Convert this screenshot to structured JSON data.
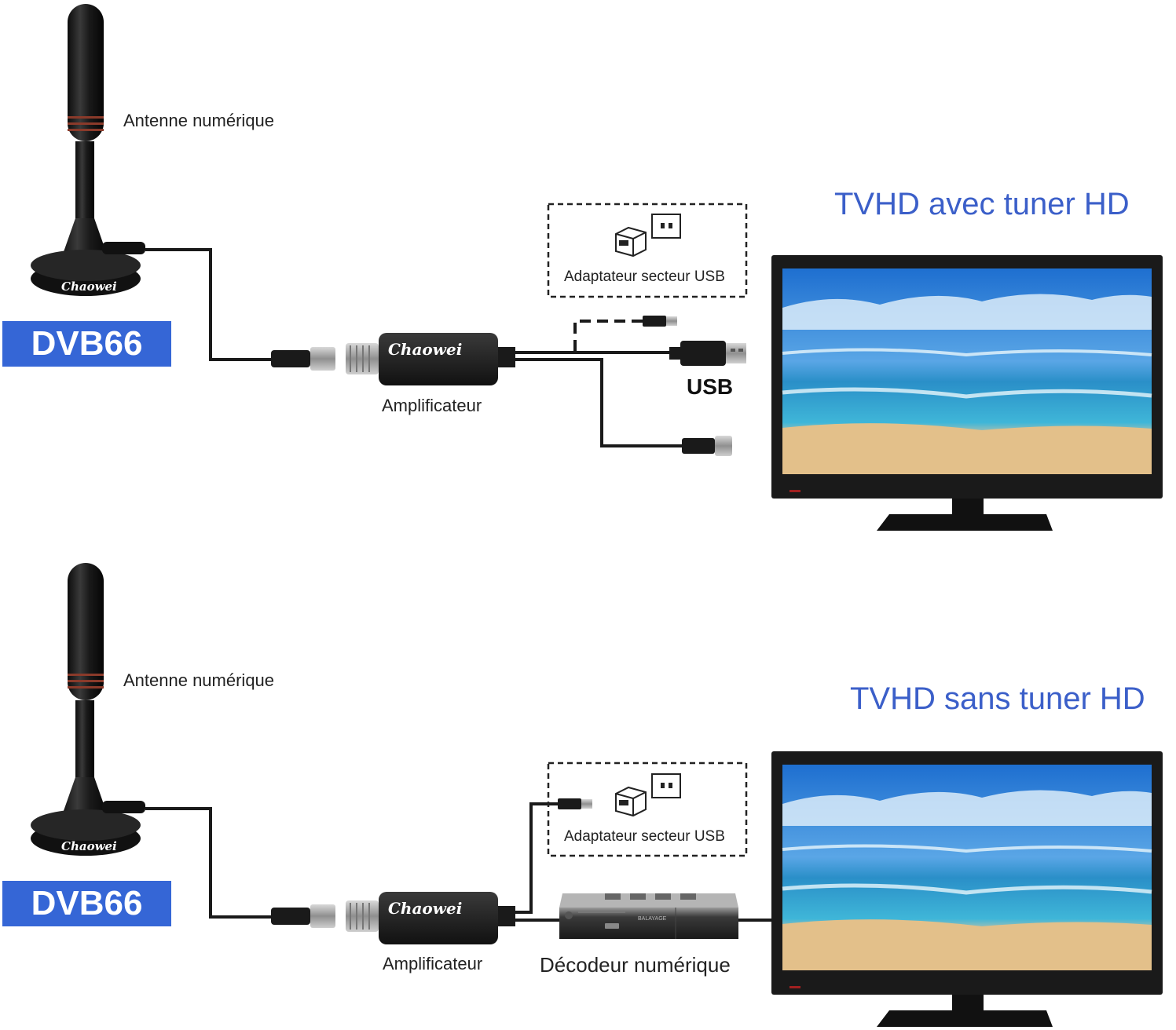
{
  "brand": {
    "name": "haowei",
    "initial": "C"
  },
  "colors": {
    "accent": "#3566d6",
    "title": "#3b5fc9",
    "cable": "#1a1a1a"
  },
  "diagram_top": {
    "antenna_label": "Antenne numérique",
    "model": "DVB66",
    "amplifier_label": "Amplificateur",
    "adapter_label": "Adaptateur secteur USB",
    "usb_label": "USB",
    "tv_title": "TVHD avec tuner HD"
  },
  "diagram_bottom": {
    "antenna_label": "Antenne numérique",
    "model": "DVB66",
    "amplifier_label": "Amplificateur",
    "adapter_label": "Adaptateur secteur USB",
    "decoder_label": "Décodeur numérique",
    "decoder_brand": "BALAYAGE",
    "tv_title": "TVHD sans tuner HD"
  }
}
